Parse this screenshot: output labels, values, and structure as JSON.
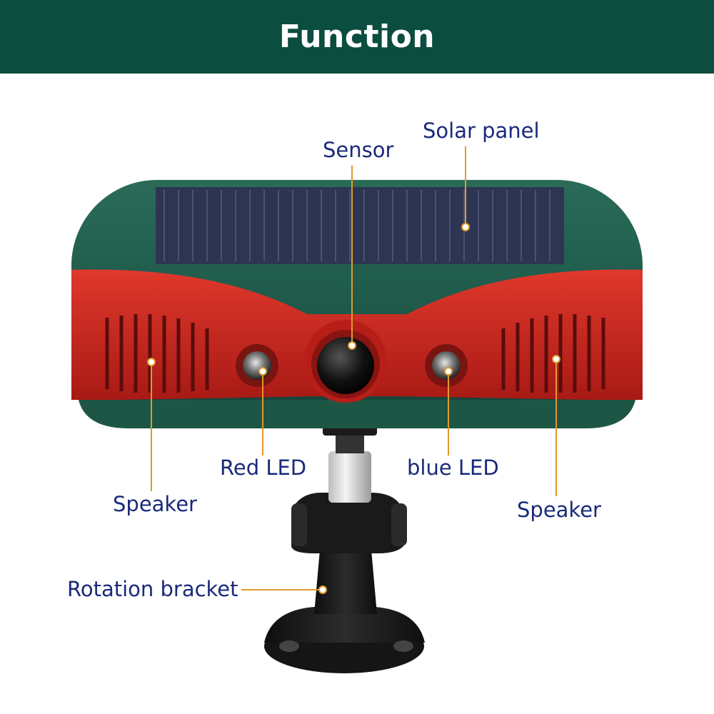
{
  "header": {
    "title": "Function",
    "background": "#0b4d3f"
  },
  "labels": {
    "solar_panel": "Solar panel",
    "sensor": "Sensor",
    "red_led": "Red LED",
    "blue_led": "blue LED",
    "speaker_left": "Speaker",
    "speaker_right": "Speaker",
    "rotation_bracket": "Rotation bracket"
  },
  "colors": {
    "label_text": "#1a2a7a",
    "leader_line": "#e09a2a",
    "housing": "#1f5a4a",
    "red_trim": "#c4261e",
    "solar_panel": "#2e3552",
    "bracket": "#1c1c1c"
  }
}
